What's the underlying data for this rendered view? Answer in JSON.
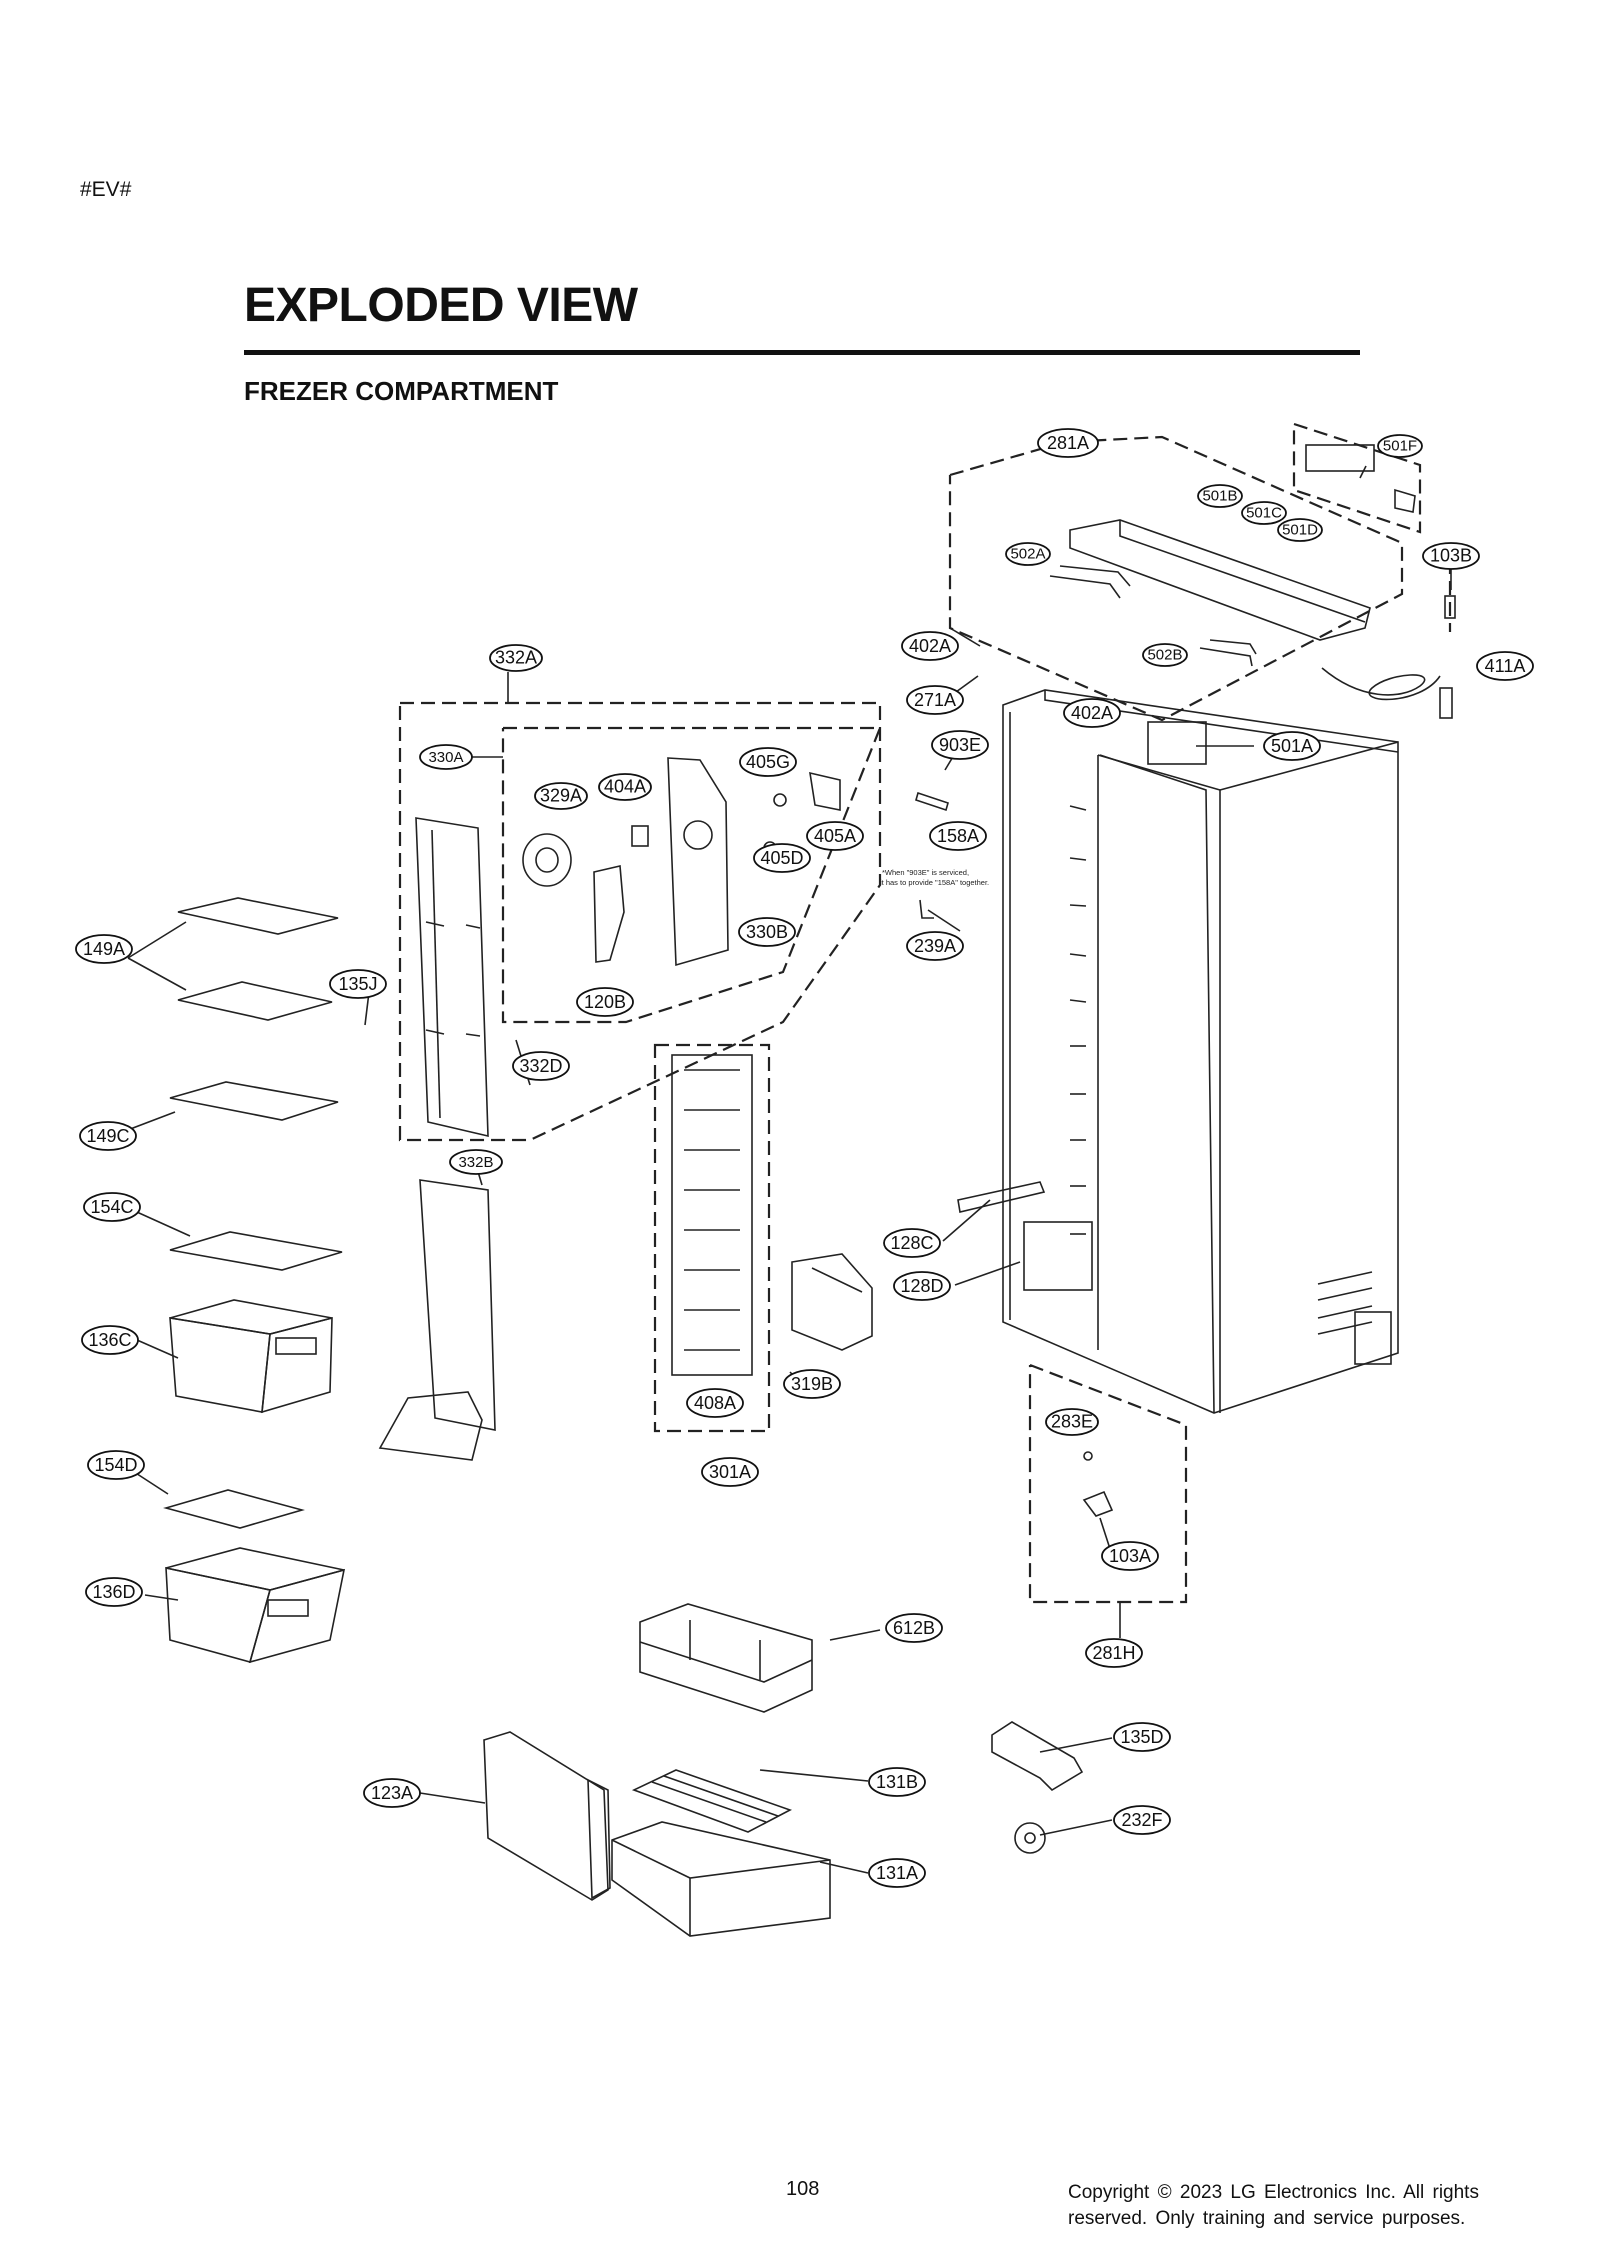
{
  "header": {
    "tag": "#EV#",
    "title": "EXPLODED VIEW",
    "subtitle": "FREZER COMPARTMENT"
  },
  "note": {
    "line1": "*When \"903E\" is serviced,",
    "line2": "it has to provide \"158A\" together."
  },
  "callouts": [
    "281A",
    "501F",
    "501B",
    "501C",
    "501D",
    "502A",
    "103B",
    "402A",
    "502B",
    "411A",
    "332A",
    "271A",
    "402A",
    "903E",
    "501A",
    "330A",
    "405G",
    "329A",
    "404A",
    "405A",
    "158A",
    "405D",
    "330B",
    "239A",
    "149A",
    "135J",
    "120B",
    "332D",
    "149C",
    "332B",
    "154C",
    "128C",
    "128D",
    "136C",
    "319B",
    "408A",
    "283E",
    "301A",
    "154D",
    "103A",
    "136D",
    "612B",
    "281H",
    "135D",
    "131B",
    "123A",
    "232F",
    "131A"
  ],
  "footer": {
    "page_number": "108",
    "copyright_line1": "Copyright © 2023 LG Electronics Inc. All rights",
    "copyright_line2": "reserved. Only training and service purposes."
  }
}
